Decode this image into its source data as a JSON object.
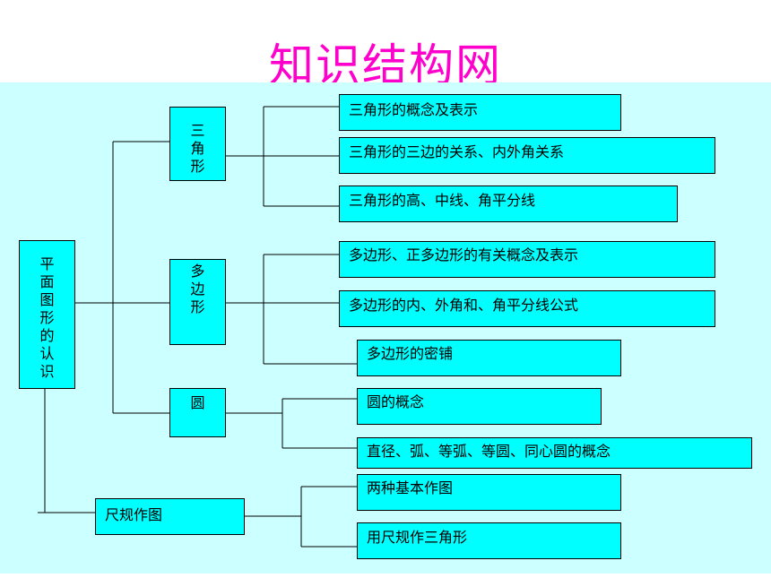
{
  "title": "知识结构网",
  "root": "平面图形的认识",
  "branches": {
    "triangle": "三角形",
    "polygon": "多边形",
    "circle": "圆",
    "construction": "尺规作图"
  },
  "leaves": {
    "triangle": [
      "三角形的概念及表示",
      "三角形的三边的关系、内外角关系",
      "三角形的高、中线、角平分线"
    ],
    "polygon": [
      "多边形、正多边形的有关概念及表示",
      "多边形的内、外角和、角平分线公式",
      "多边形的密铺"
    ],
    "circle": [
      "圆的概念",
      "直径、弧、等弧、等圆、同心圆的概念"
    ],
    "construction": [
      "两种基本作图",
      "用尺规作三角形"
    ]
  },
  "colors": {
    "title": "#ff00cc",
    "panel": "#ccffff",
    "box": "#00ffff",
    "line": "#000000"
  }
}
